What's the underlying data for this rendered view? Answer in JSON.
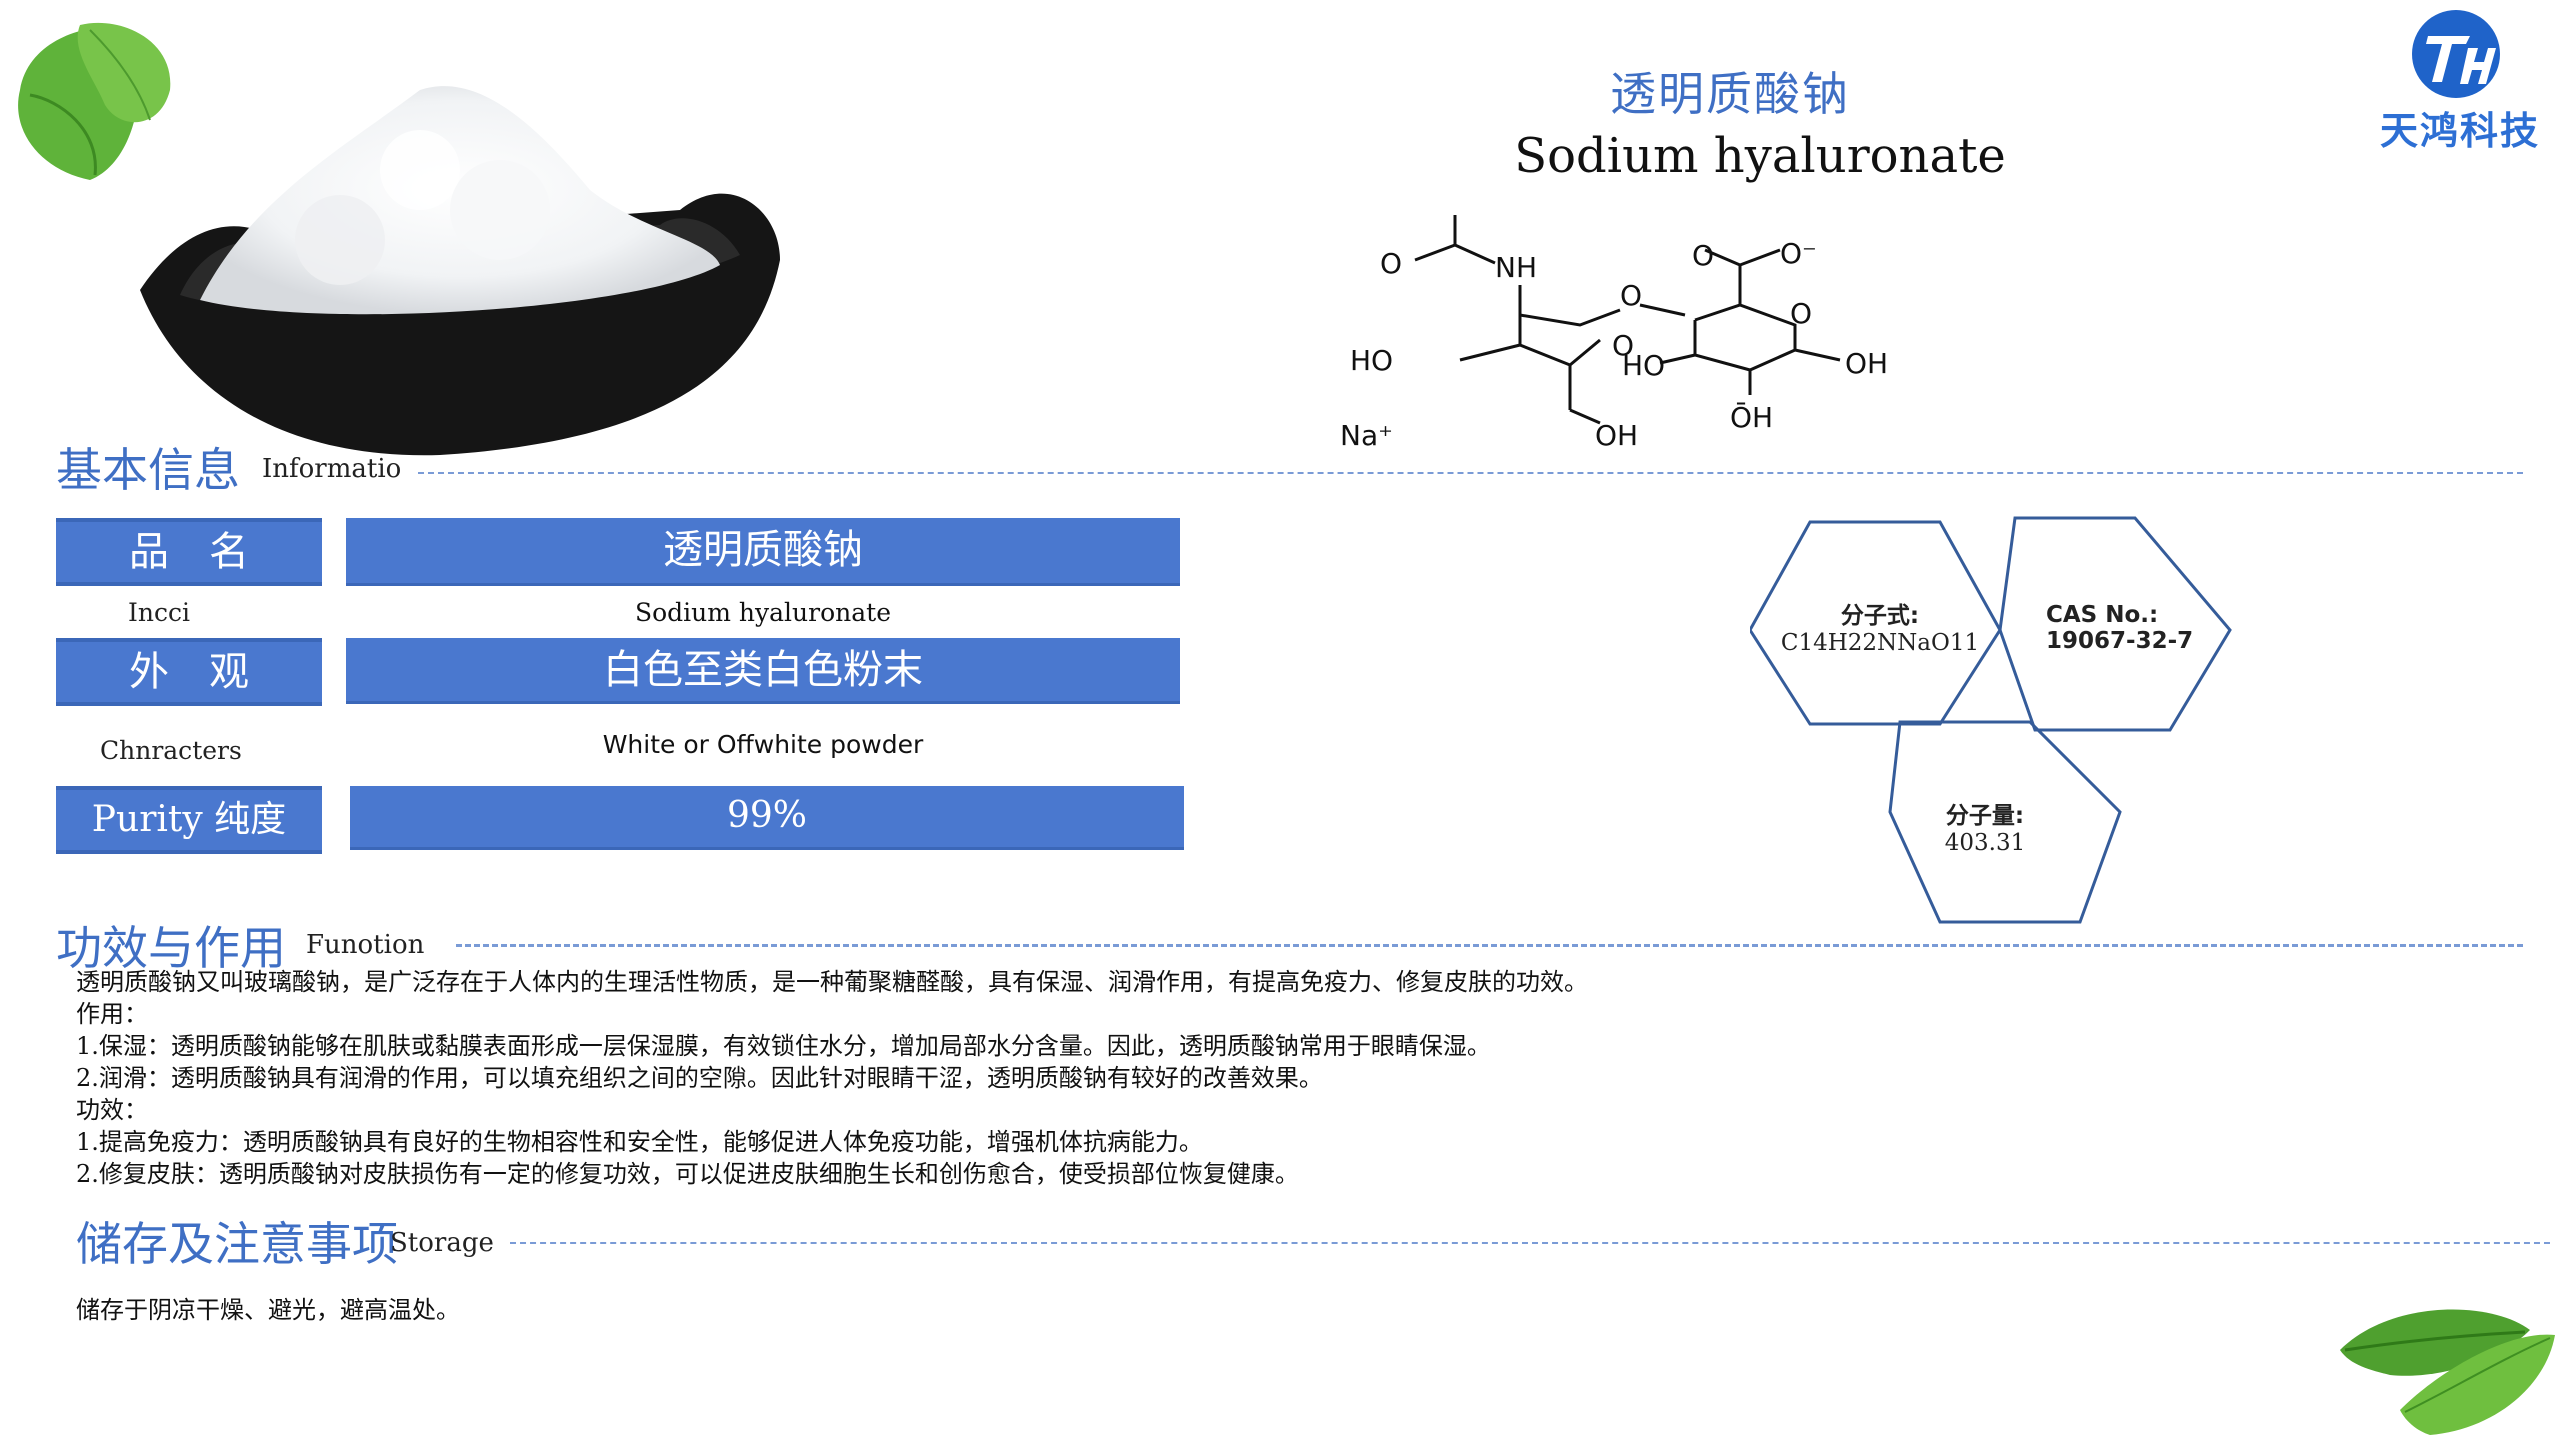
{
  "product": {
    "title_cn": "透明质酸钠",
    "title_en": "Sodium hyaluronate"
  },
  "logo": {
    "mark": "TH",
    "name": "天鸿科技"
  },
  "molecule": {
    "labels": [
      "O",
      "NH",
      "O",
      "O⁻",
      "O",
      "O",
      "O",
      "HO",
      "HO",
      "OH",
      "OH",
      "OH",
      "Na⁺"
    ]
  },
  "sections": {
    "basic": {
      "title": "基本信息",
      "subtitle": "Informatio"
    },
    "function": {
      "title": "功效与作用",
      "subtitle": "Funotion"
    },
    "storage": {
      "title": "储存及注意事项",
      "subtitle": "Storage"
    }
  },
  "info_table": {
    "rows": [
      {
        "label": "品　名",
        "value": "透明质酸钠",
        "sub_label": "Incci",
        "sub_value": "Sodium hyaluronate"
      },
      {
        "label": "外　观",
        "value": "白色至类白色粉末",
        "sub_label": "Chnracters",
        "sub_value": "White or Offwhite powder"
      },
      {
        "label": "Purity 纯度",
        "value": "99%"
      }
    ]
  },
  "hexagons": {
    "formula": {
      "label": "分子式:",
      "value": "C14H22NNaO11"
    },
    "cas": {
      "label": "CAS No.:",
      "value": "19067-32-7"
    },
    "weight": {
      "label": "分子量:",
      "value": "403.31"
    }
  },
  "function_text": {
    "lines": [
      "透明质酸钠又叫玻璃酸钠，是广泛存在于人体内的生理活性物质，是一种葡聚糖醛酸，具有保湿、润滑作用，有提高免疫力、修复皮肤的功效。",
      "作用：",
      "1.保湿：透明质酸钠能够在肌肤或黏膜表面形成一层保湿膜，有效锁住水分，增加局部水分含量。因此，透明质酸钠常用于眼睛保湿。",
      "2.润滑：透明质酸钠具有润滑的作用，可以填充组织之间的空隙。因此针对眼睛干涩，透明质酸钠有较好的改善效果。",
      "功效：",
      "1.提高免疫力：透明质酸钠具有良好的生物相容性和安全性，能够促进人体免疫功能，增强机体抗病能力。",
      "2.修复皮肤：透明质酸钠对皮肤损伤有一定的修复功效，可以促进皮肤细胞生长和创伤愈合，使受损部位恢复健康。"
    ]
  },
  "storage_text": "储存于阴凉干燥、避光，避高温处。",
  "icons": {
    "logo": "th-logo-icon",
    "leaf": "leaf-icon"
  }
}
